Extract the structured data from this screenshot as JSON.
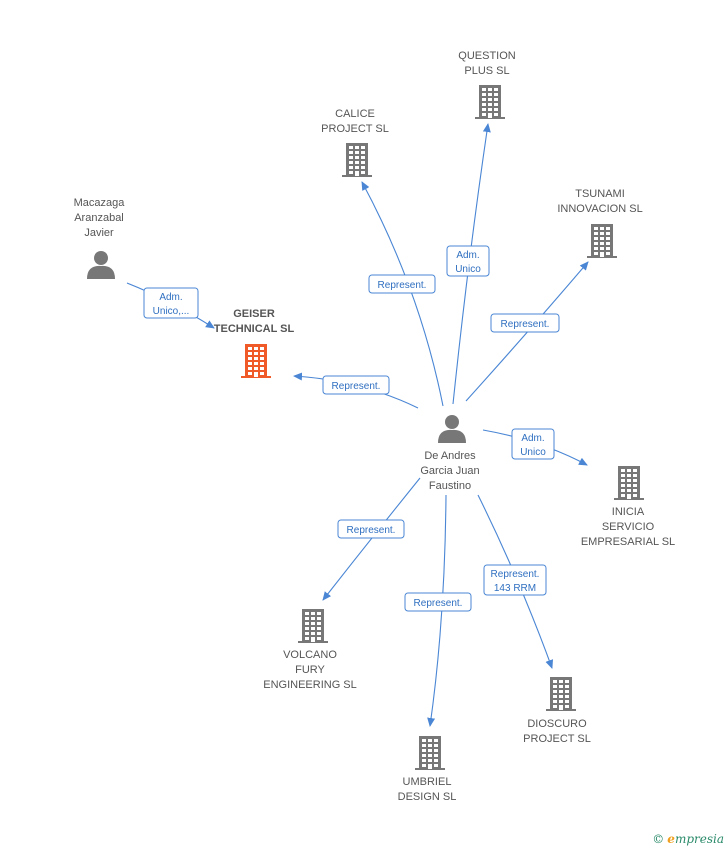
{
  "nodes": [
    {
      "id": "question",
      "type": "company",
      "lines": [
        "QUESTION",
        "PLUS SL"
      ]
    },
    {
      "id": "calice",
      "type": "company",
      "lines": [
        "CALICE",
        "PROJECT SL"
      ]
    },
    {
      "id": "tsunami",
      "type": "company",
      "lines": [
        "TSUNAMI",
        "INNOVACION SL"
      ]
    },
    {
      "id": "macazaga",
      "type": "person",
      "lines": [
        "Macazaga",
        "Aranzabal",
        "Javier"
      ]
    },
    {
      "id": "geiser",
      "type": "company-main",
      "lines": [
        "GEISER",
        "TECHNICAL SL"
      ],
      "color": "#f05a28"
    },
    {
      "id": "deandres",
      "type": "person",
      "lines": [
        "De Andres",
        "Garcia Juan",
        "Faustino"
      ]
    },
    {
      "id": "inicia",
      "type": "company",
      "lines": [
        "INICIA",
        "SERVICIO",
        "EMPRESARIAL SL"
      ]
    },
    {
      "id": "volcano",
      "type": "company",
      "lines": [
        "VOLCANO",
        "FURY",
        "ENGINEERING SL"
      ]
    },
    {
      "id": "dioscuro",
      "type": "company",
      "lines": [
        "DIOSCURO",
        "PROJECT SL"
      ]
    },
    {
      "id": "umbriel",
      "type": "company",
      "lines": [
        "UMBRIEL",
        "DESIGN SL"
      ]
    }
  ],
  "edges": [
    {
      "from": "deandres",
      "to": "question",
      "label": [
        "Adm.",
        "Unico"
      ]
    },
    {
      "from": "deandres",
      "to": "calice",
      "label": [
        "Represent."
      ]
    },
    {
      "from": "deandres",
      "to": "tsunami",
      "label": [
        "Represent."
      ]
    },
    {
      "from": "macazaga",
      "to": "geiser",
      "label": [
        "Adm.",
        "Unico,..."
      ]
    },
    {
      "from": "deandres",
      "to": "geiser",
      "label": [
        "Represent."
      ]
    },
    {
      "from": "deandres",
      "to": "inicia",
      "label": [
        "Adm.",
        "Unico"
      ]
    },
    {
      "from": "deandres",
      "to": "volcano",
      "label": [
        "Represent."
      ]
    },
    {
      "from": "deandres",
      "to": "umbriel",
      "label": [
        "Represent."
      ]
    },
    {
      "from": "deandres",
      "to": "dioscuro",
      "label": [
        "Represent.",
        "143 RRM"
      ]
    }
  ],
  "colors": {
    "edge": "#4a86d4",
    "icon": "#777777",
    "main": "#f05a28"
  },
  "watermark": {
    "copyright": "©",
    "brand_initial": "e",
    "brand_rest": "mpresia"
  }
}
